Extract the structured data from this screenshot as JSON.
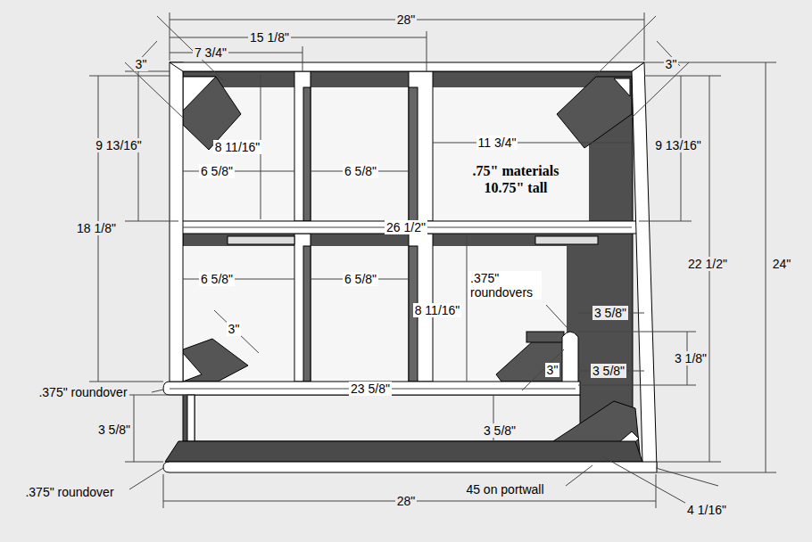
{
  "diagram": {
    "labels": [
      "28\"",
      "15 1/8\"",
      "7 3/4\"",
      "3\"",
      "3\"",
      "9 13/16\"",
      "18 1/8\"",
      "8 11/16\"",
      "6 5/8\"",
      "6 5/8\"",
      "11 3/4\"",
      ".75\" materials 10.75\" tall",
      "9 13/16\"",
      "26 1/2\"",
      "22 1/2\"",
      "24\"",
      "6 5/8\"",
      "6 5/8\"",
      ".375\" roundovers",
      "3 5/8\"",
      "8 11/16\"",
      "3\"",
      "3 1/8\"",
      "3\"",
      "3 5/8\"",
      ".375\" roundover",
      "23 5/8\"",
      "3 5/8\"",
      "3 5/8\"",
      ".375\" roundover",
      "28\"",
      "45 on portwall",
      "4 1/16\""
    ]
  }
}
